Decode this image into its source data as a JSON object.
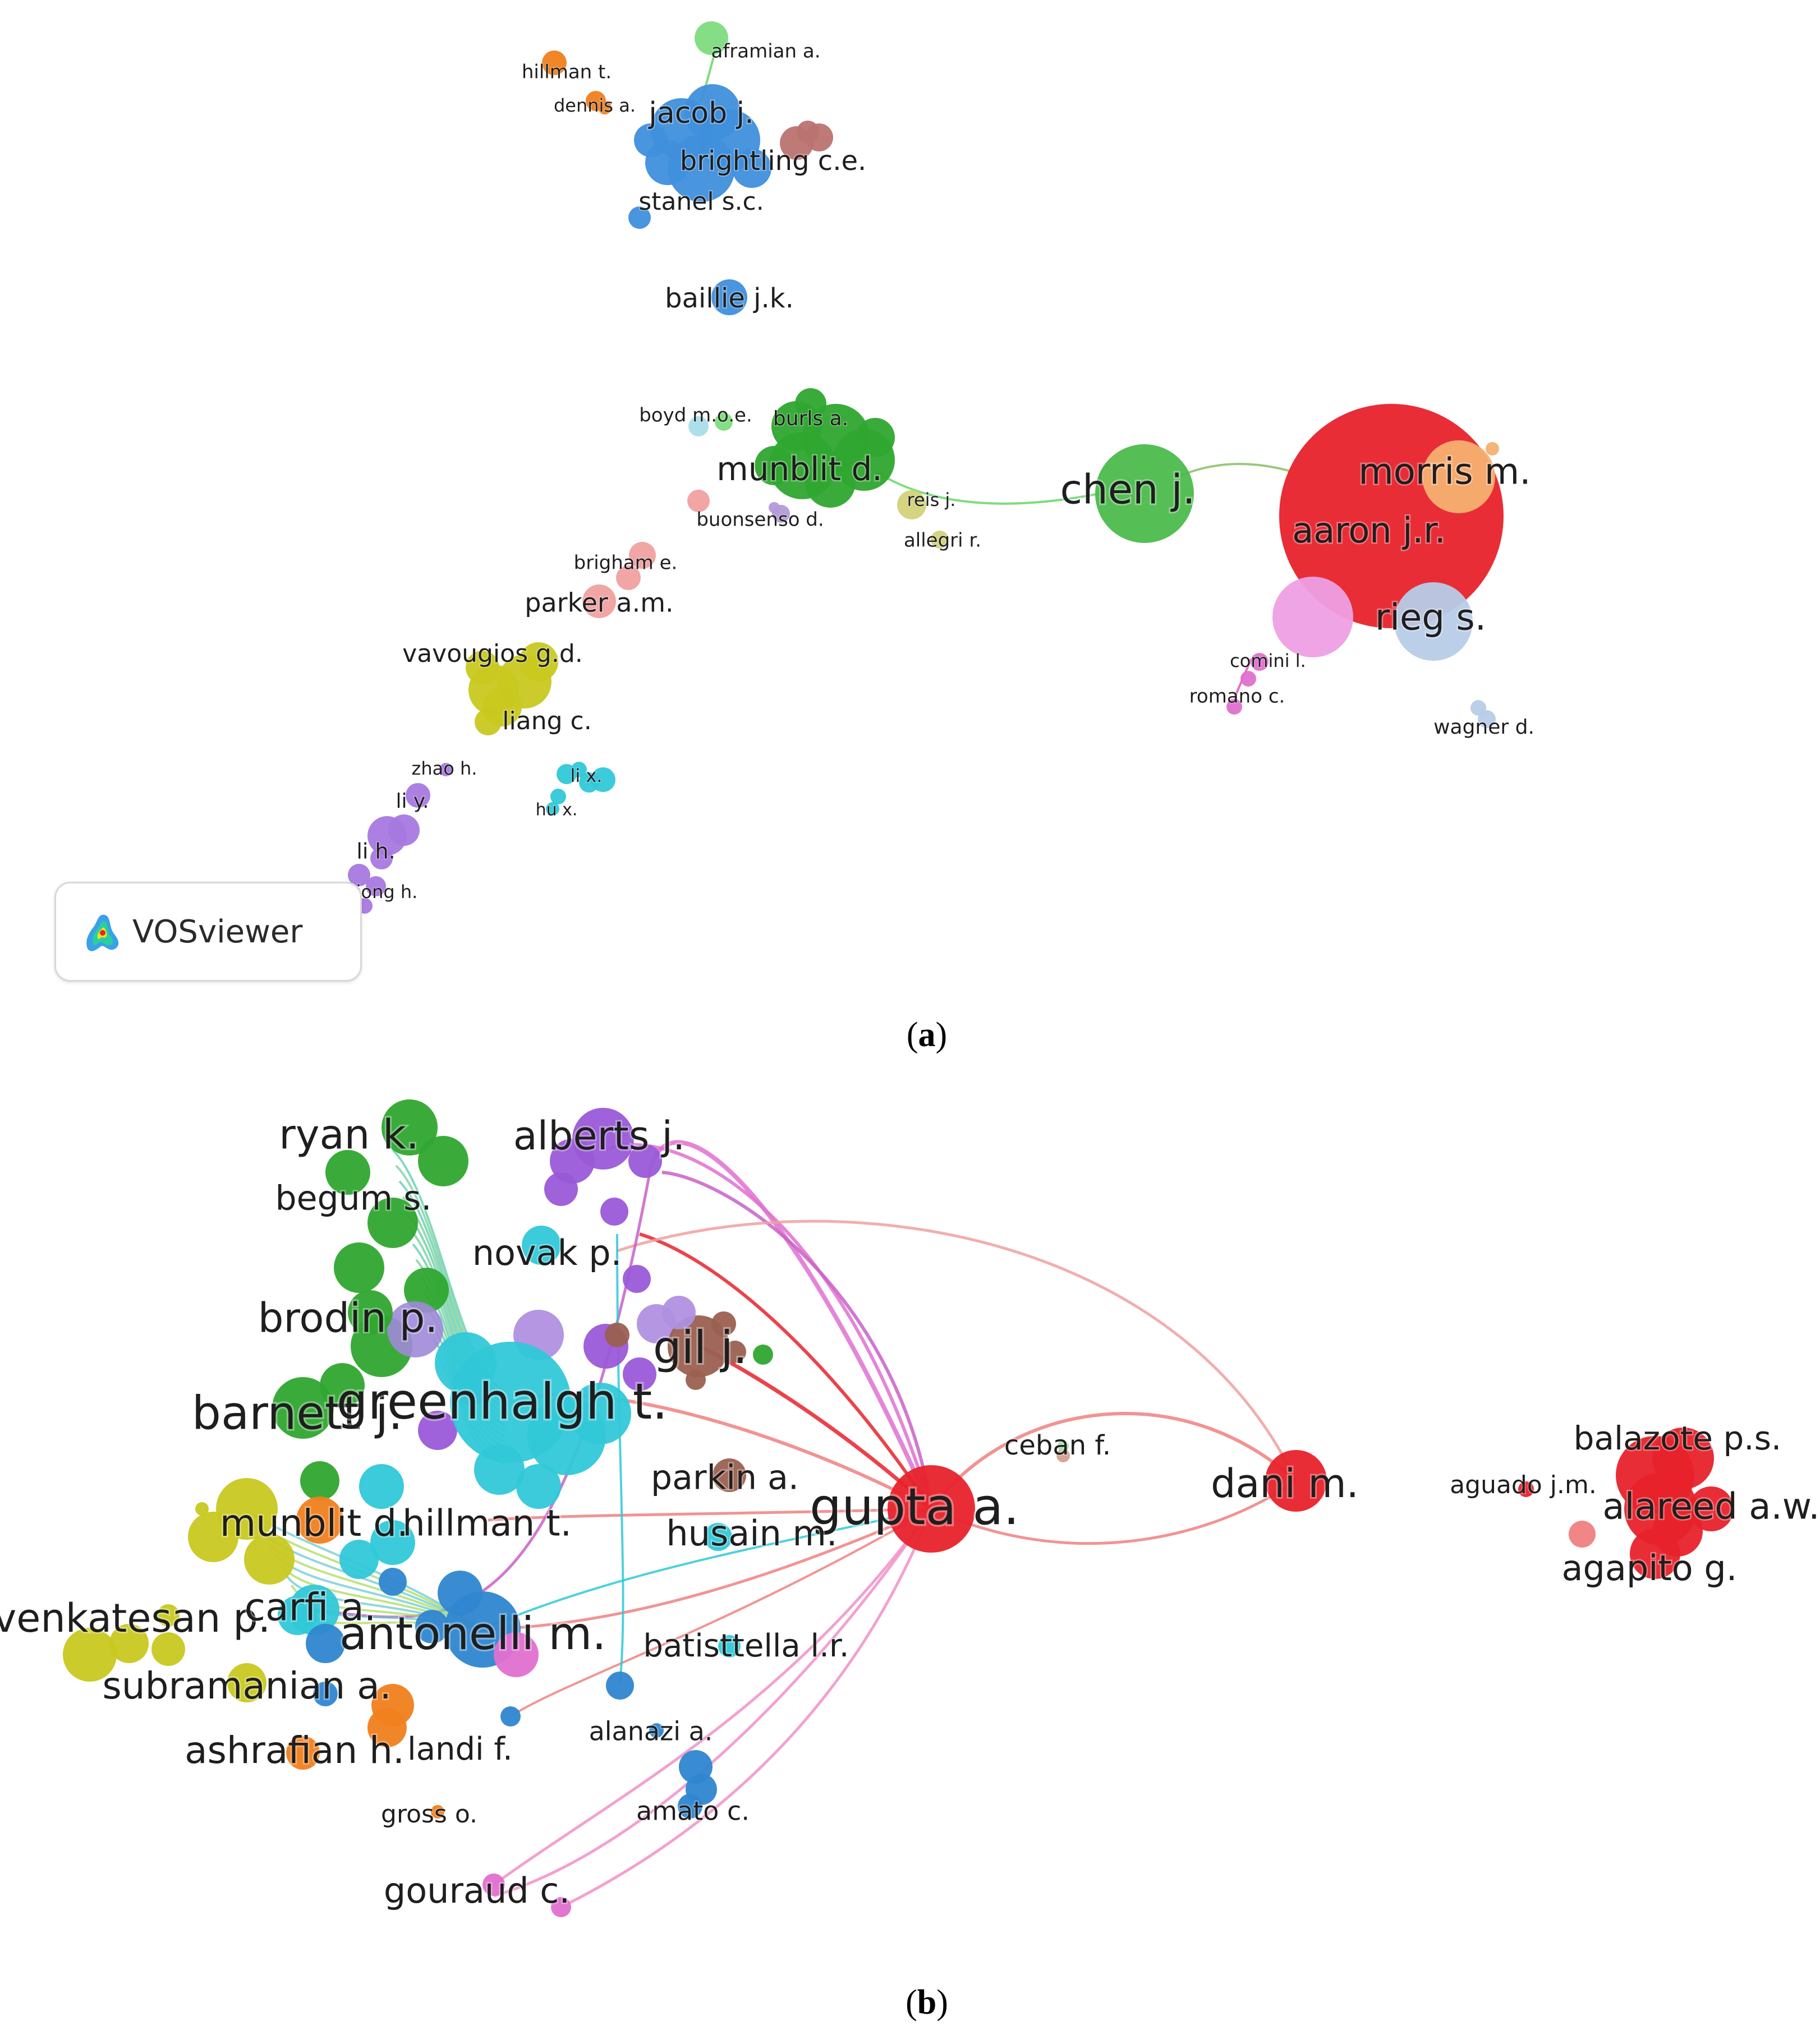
{
  "panels": [
    {
      "id": "a",
      "label_open": "(",
      "label_letter": "a",
      "label_close": ")",
      "logo_text": "VOSviewer",
      "nodes": [
        {
          "label": "aframian a.",
          "color": "#7edc7e"
        },
        {
          "label": "hillman t.",
          "color": "#f07f1e"
        },
        {
          "label": "dennis a.",
          "color": "#f07f1e"
        },
        {
          "label": "jacob j.",
          "color": "#3f8fdc"
        },
        {
          "label": "brightling c.e.",
          "color": "#3f8fdc"
        },
        {
          "label": "stanel s.c.",
          "color": "#3f8fdc"
        },
        {
          "label": "baillie j.k.",
          "color": "#3f8fdc"
        },
        {
          "label": "boyd m.o.e.",
          "color": "#a8dde8"
        },
        {
          "label": "burls a.",
          "color": "#2fa62f"
        },
        {
          "label": "munblit d.",
          "color": "#2fa62f"
        },
        {
          "label": "reis j.",
          "color": "#d2d27a"
        },
        {
          "label": "buonsenso d.",
          "color": "#b39ad8"
        },
        {
          "label": "allegri r.",
          "color": "#d2d27a"
        },
        {
          "label": "chen j.",
          "color": "#4cbb4c"
        },
        {
          "label": "morris m.",
          "color": "#f5b070"
        },
        {
          "label": "aaron j.r.",
          "color": "#e8222b"
        },
        {
          "label": "rieg s.",
          "color": "#b8cce8"
        },
        {
          "label": "comini l.",
          "color": "#e070d0"
        },
        {
          "label": "romano c.",
          "color": "#e070d0"
        },
        {
          "label": "wagner d.",
          "color": "#b8cce8"
        },
        {
          "label": "brigham e.",
          "color": "#f0a0a0"
        },
        {
          "label": "parker a.m.",
          "color": "#f0a0a0"
        },
        {
          "label": "vavougios g.d.",
          "color": "#c8c820"
        },
        {
          "label": "liang c.",
          "color": "#c8c820"
        },
        {
          "label": "zhao h.",
          "color": "#a878e0"
        },
        {
          "label": "li x.",
          "color": "#30c8d8"
        },
        {
          "label": "li y.",
          "color": "#a878e0"
        },
        {
          "label": "hu x.",
          "color": "#30c8d8"
        },
        {
          "label": "li h.",
          "color": "#a878e0"
        },
        {
          "label": "xiong h.",
          "color": "#a878e0"
        }
      ]
    },
    {
      "id": "b",
      "label_open": "(",
      "label_letter": "b",
      "label_close": ")",
      "nodes": [
        {
          "label": "ryan k.",
          "color": "#2fa62f"
        },
        {
          "label": "alberts j.",
          "color": "#9a5ad8"
        },
        {
          "label": "begum s.",
          "color": "#2fa62f"
        },
        {
          "label": "novak p.",
          "color": "#30c8d8"
        },
        {
          "label": "brodin p.",
          "color": "#2fa62f"
        },
        {
          "label": "gil j.",
          "color": "#9a6050"
        },
        {
          "label": "barnett j.",
          "color": "#2fa62f"
        },
        {
          "label": "greenhalgh t.",
          "color": "#30c8d8"
        },
        {
          "label": "ceban f.",
          "color": "#d4a090"
        },
        {
          "label": "dani m.",
          "color": "#e8222b"
        },
        {
          "label": "balazote p.s.",
          "color": "#e8222b"
        },
        {
          "label": "aguado j.m.",
          "color": "#e8222b"
        },
        {
          "label": "alareed a.w.",
          "color": "#e8222b"
        },
        {
          "label": "agapito g.",
          "color": "#e8222b"
        },
        {
          "label": "parkin a.",
          "color": "#9a6050"
        },
        {
          "label": "gupta a.",
          "color": "#e8222b"
        },
        {
          "label": "munblit d.",
          "color": "#f07f1e"
        },
        {
          "label": "hillman t.",
          "color": "#30c8d8"
        },
        {
          "label": "husain m.",
          "color": "#30c8d8"
        },
        {
          "label": "venkatesan p.",
          "color": "#c8c820"
        },
        {
          "label": "carfi a.",
          "color": "#30c8d8"
        },
        {
          "label": "antonelli m.",
          "color": "#2f86d0"
        },
        {
          "label": "batisttella l.r.",
          "color": "#30c8d8"
        },
        {
          "label": "subramanian a.",
          "color": "#c8c820"
        },
        {
          "label": "ashrafian h.",
          "color": "#f07f1e"
        },
        {
          "label": "landi f.",
          "color": "#2f86d0"
        },
        {
          "label": "alanazi a.",
          "color": "#2f86d0"
        },
        {
          "label": "amato c.",
          "color": "#2f86d0"
        },
        {
          "label": "gross o.",
          "color": "#f07f1e"
        },
        {
          "label": "gouraud c.",
          "color": "#e070d0"
        }
      ]
    }
  ]
}
